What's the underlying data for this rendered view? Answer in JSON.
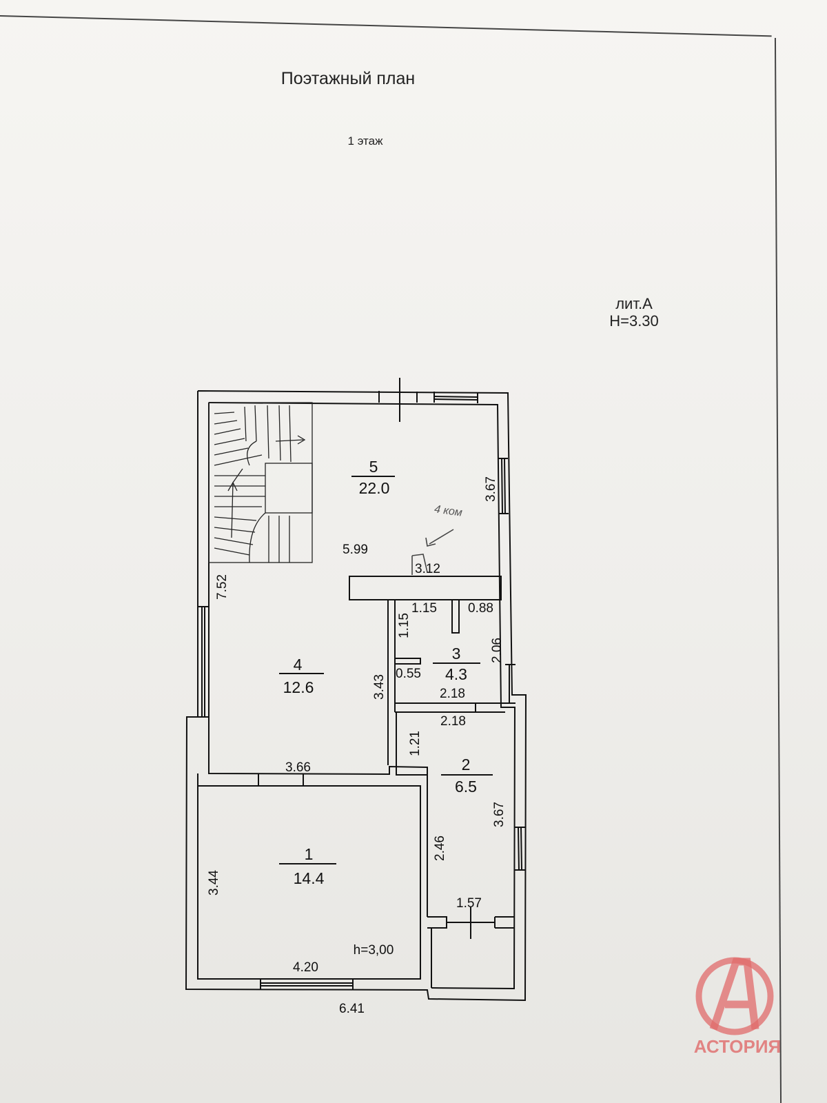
{
  "header": {
    "title": "Поэтажный план",
    "floor": "1 этаж"
  },
  "lit": {
    "name": "лит.А",
    "height": "H=3.30"
  },
  "handwriting": "4 ком",
  "rooms": [
    {
      "num": "5",
      "area": "22.0"
    },
    {
      "num": "4",
      "area": "12.6"
    },
    {
      "num": "3",
      "area": "4.3"
    },
    {
      "num": "2",
      "area": "6.5"
    },
    {
      "num": "1",
      "area": "14.4"
    }
  ],
  "room1_height": "h=3,00",
  "dimensions": {
    "d_3_67_top": "3.67",
    "d_5_99": "5.99",
    "d_3_12": "3.12",
    "d_7_52": "7.52",
    "d_1_15_h": "1.15",
    "d_0_88": "0.88",
    "d_1_15_v": "1.15",
    "d_2_06": "2.06",
    "d_0_55": "0.55",
    "d_3_43": "3.43",
    "d_2_18_a": "2.18",
    "d_2_18_b": "2.18",
    "d_1_21": "1.21",
    "d_3_66": "3.66",
    "d_3_67_bottom": "3.67",
    "d_2_46": "2.46",
    "d_3_44": "3.44",
    "d_1_57": "1.57",
    "d_4_20": "4.20",
    "d_6_41": "6.41"
  },
  "logo": {
    "brand": "АСТОРИЯ",
    "mark": "A",
    "color": "#d63a3a"
  }
}
